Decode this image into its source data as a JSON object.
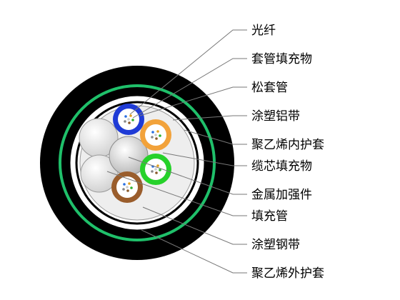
{
  "labels": [
    "光纤",
    "套管填充物",
    "松套管",
    "涂塑铝带",
    "聚乙烯内护套",
    "缆芯填充物",
    "金属加强件",
    "填充管",
    "涂塑钢带",
    "聚乙烯外护套"
  ],
  "colors": {
    "outer_sheath": "#000000",
    "armor_ring": "#1fc06a",
    "loose_tube_blue": "#1f3bd6",
    "loose_tube_orange": "#f2a23a",
    "loose_tube_green": "#26d12a",
    "loose_tube_brown": "#9a5d2c",
    "filler_tube": "#d9d9d9",
    "leader_line": "#777777"
  }
}
